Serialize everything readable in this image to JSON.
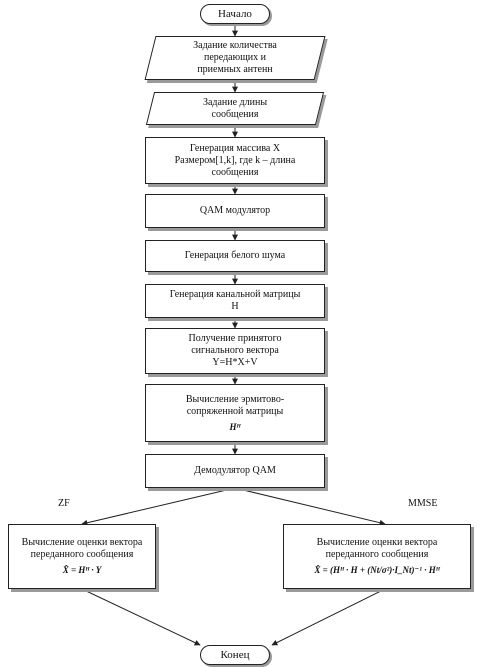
{
  "start": "Начало",
  "steps": {
    "antennas": [
      "Задание количества",
      "передающих и",
      "приемных антенн"
    ],
    "length": [
      "Задание длины",
      "сообщения"
    ],
    "array": [
      "Генерация массива X",
      "Размером[1,k], где k – длина",
      "сообщения"
    ],
    "qam_mod": "QAM модулятор",
    "noise": "Генерация белого шума",
    "channel": [
      "Генерация канальной матрицы",
      "H"
    ],
    "received": [
      "Получение принятого",
      "сигнального вектора",
      "Y=H*X+V"
    ],
    "hermitian": [
      "Вычисление эрмитово-",
      "сопряженной матрицы",
      "Hᴴ"
    ],
    "demod": "Демодулятор QAM"
  },
  "branches": {
    "zf_label": "ZF",
    "mmse_label": "MMSE",
    "zf_box": [
      "Вычисление оценки вектора",
      "переданного сообщения"
    ],
    "zf_formula": "X̂ = Hᴴ · Y",
    "mmse_box": [
      "Вычисление оценки вектора",
      "переданного сообщения"
    ],
    "mmse_formula": "X̂ = (Hᴴ · H + (Nt/σ²)·I_Nt)⁻¹ · Hᴴ"
  },
  "end": "Конец"
}
